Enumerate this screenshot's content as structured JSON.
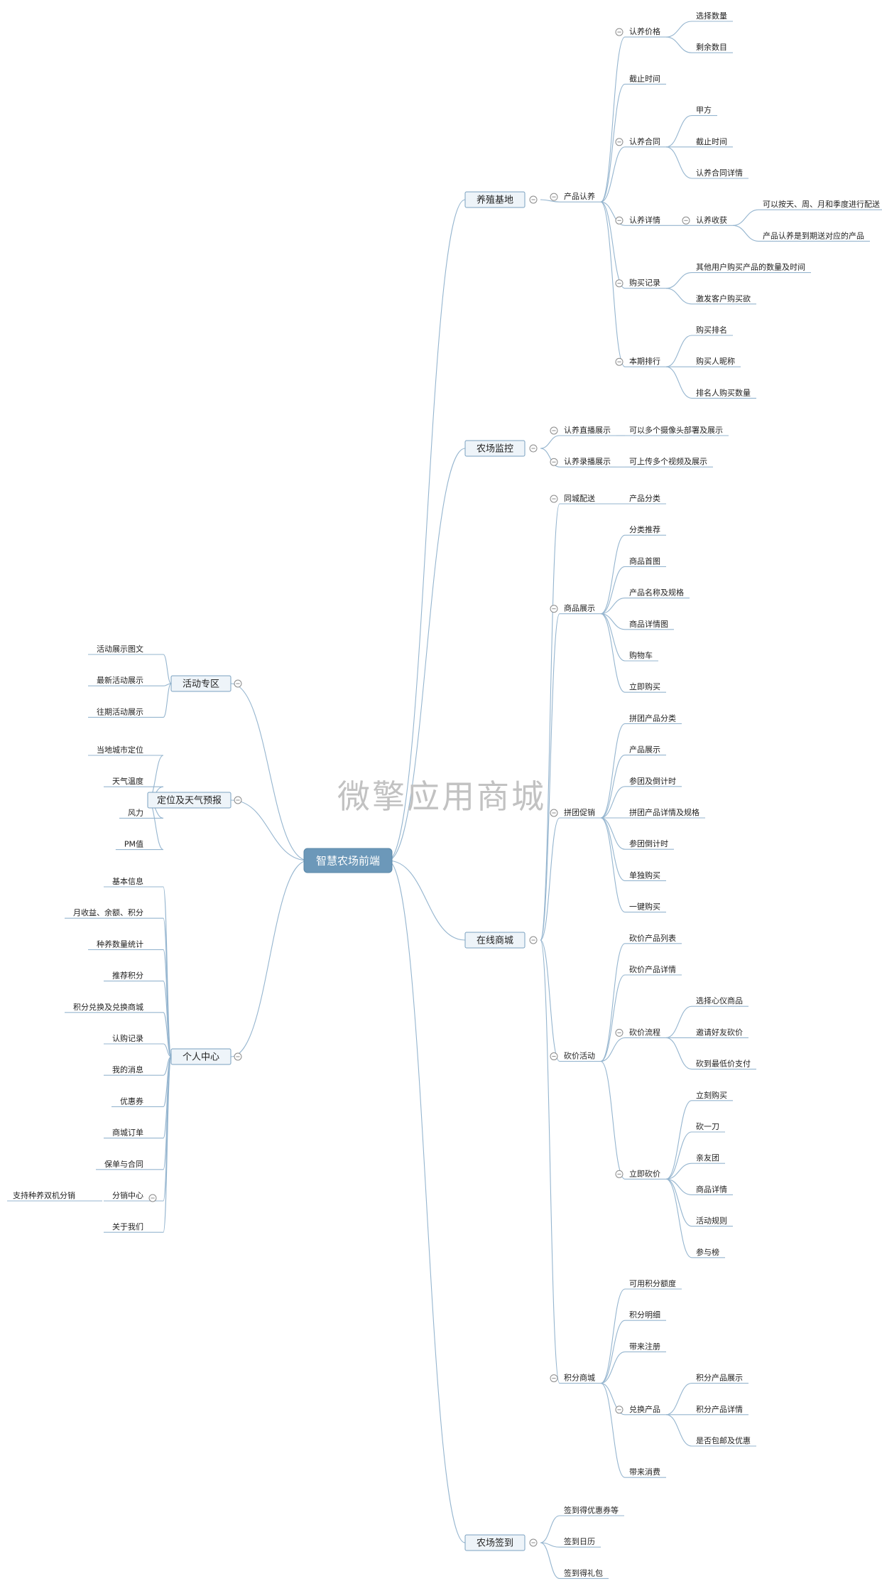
{
  "root": {
    "label": "智慧农场前端"
  },
  "watermark": "微擎应用商城",
  "right": [
    {
      "label": "养殖基地",
      "children": [
        {
          "label": "产品认养",
          "children": [
            {
              "label": "认养价格",
              "children": [
                {
                  "label": "选择数量"
                },
                {
                  "label": "剩余数目"
                }
              ]
            },
            {
              "label": "截止时间"
            },
            {
              "label": "认养合同",
              "children": [
                {
                  "label": "甲方"
                },
                {
                  "label": "截止时间"
                },
                {
                  "label": "认养合同详情"
                }
              ]
            },
            {
              "label": "认养详情",
              "children": [
                {
                  "label": "认养收获",
                  "children": [
                    {
                      "label": "可以按天、周、月和季度进行配送"
                    },
                    {
                      "label": "产品认养是到期送对应的产品"
                    }
                  ]
                }
              ]
            },
            {
              "label": "购买记录",
              "children": [
                {
                  "label": "其他用户购买产品的数量及时间"
                },
                {
                  "label": "激发客户购买欲"
                }
              ]
            },
            {
              "label": "本期排行",
              "children": [
                {
                  "label": "购买排名"
                },
                {
                  "label": "购买人昵称"
                },
                {
                  "label": "排名人购买数量"
                }
              ]
            }
          ]
        }
      ]
    },
    {
      "label": "农场监控",
      "children": [
        {
          "label": "认养直播展示",
          "children": [
            {
              "label": "可以多个摄像头部署及展示"
            }
          ]
        },
        {
          "label": "认养录播展示",
          "children": [
            {
              "label": "可上传多个视频及展示"
            }
          ]
        }
      ]
    },
    {
      "label": "在线商城",
      "children": [
        {
          "label": "同城配送",
          "children": [
            {
              "label": "产品分类"
            }
          ]
        },
        {
          "label": "商品展示",
          "children": [
            {
              "label": "分类推荐"
            },
            {
              "label": "商品首图"
            },
            {
              "label": "产品名称及规格"
            },
            {
              "label": "商品详情图"
            },
            {
              "label": "购物车"
            },
            {
              "label": "立即购买"
            }
          ]
        },
        {
          "label": "拼团促销",
          "children": [
            {
              "label": "拼团产品分类"
            },
            {
              "label": "产品展示"
            },
            {
              "label": "参团及倒计时"
            },
            {
              "label": "拼团产品详情及规格"
            },
            {
              "label": "参团倒计时"
            },
            {
              "label": "单独购买"
            },
            {
              "label": "一键购买"
            }
          ]
        },
        {
          "label": "砍价活动",
          "children": [
            {
              "label": "砍价产品列表"
            },
            {
              "label": "砍价产品详情"
            },
            {
              "label": "砍价流程",
              "children": [
                {
                  "label": "选择心仪商品"
                },
                {
                  "label": "邀请好友砍价"
                },
                {
                  "label": "砍到最低价支付"
                }
              ]
            },
            {
              "label": "立即砍价",
              "children": [
                {
                  "label": "立刻购买"
                },
                {
                  "label": "砍一刀"
                },
                {
                  "label": "亲友团"
                },
                {
                  "label": "商品详情"
                },
                {
                  "label": "活动规则"
                },
                {
                  "label": "参与榜"
                }
              ]
            }
          ]
        },
        {
          "label": "积分商城",
          "children": [
            {
              "label": "可用积分额度"
            },
            {
              "label": "积分明细"
            },
            {
              "label": "带来注册"
            },
            {
              "label": "兑换产品",
              "children": [
                {
                  "label": "积分产品展示"
                },
                {
                  "label": "积分产品详情"
                },
                {
                  "label": "是否包邮及优惠"
                }
              ]
            },
            {
              "label": "带来消费"
            }
          ]
        }
      ]
    },
    {
      "label": "农场签到",
      "children": [
        {
          "label": "签到得优惠券等"
        },
        {
          "label": "签到日历"
        },
        {
          "label": "签到得礼包"
        }
      ]
    }
  ],
  "left": [
    {
      "label": "活动专区",
      "children": [
        {
          "label": "活动展示图文"
        },
        {
          "label": "最新活动展示"
        },
        {
          "label": "往期活动展示"
        }
      ]
    },
    {
      "label": "定位及天气预报",
      "children": [
        {
          "label": "当地城市定位"
        },
        {
          "label": "天气温度"
        },
        {
          "label": "风力"
        },
        {
          "label": "PM值"
        }
      ]
    },
    {
      "label": "个人中心",
      "children": [
        {
          "label": "基本信息"
        },
        {
          "label": "月收益、余额、积分"
        },
        {
          "label": "种养数量统计"
        },
        {
          "label": "推荐积分"
        },
        {
          "label": "积分兑换及兑换商城"
        },
        {
          "label": "认购记录"
        },
        {
          "label": "我的消息"
        },
        {
          "label": "优惠券"
        },
        {
          "label": "商城订单"
        },
        {
          "label": "保单与合同"
        },
        {
          "label": "分销中心",
          "children": [
            {
              "label": "支持种养双机分销"
            }
          ]
        },
        {
          "label": "关于我们"
        }
      ]
    }
  ]
}
